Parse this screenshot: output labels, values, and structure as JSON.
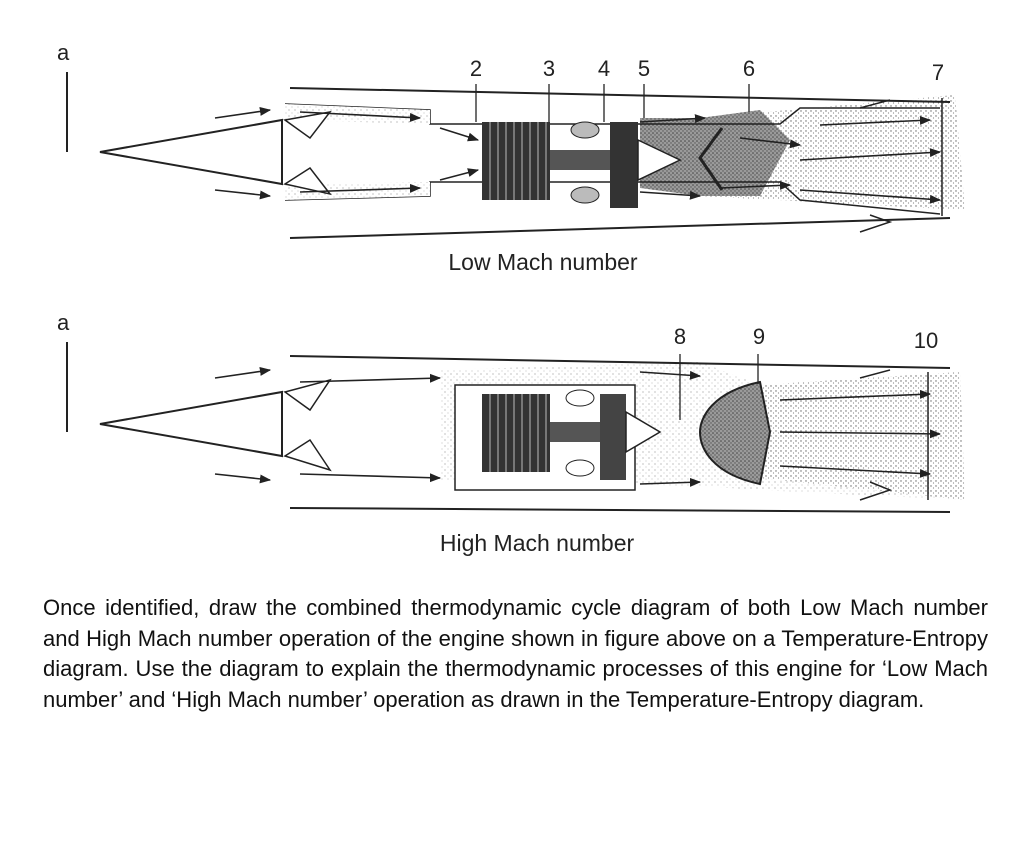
{
  "figure": {
    "low": {
      "section_marker": "a",
      "station_labels": [
        "2",
        "3",
        "4",
        "5",
        "6",
        "7"
      ],
      "caption": "Low Mach number"
    },
    "high": {
      "section_marker": "a",
      "station_labels": [
        "8",
        "9",
        "10"
      ],
      "caption": "High Mach number"
    }
  },
  "question": {
    "text": "Once identified, draw the combined thermodynamic cycle diagram of both Low Mach number and High Mach number operation of the engine shown in figure above on a Temperature-Entropy diagram. Use the diagram to explain the thermodynamic processes of this engine for ‘Low Mach number’ and ‘High Mach number’ operation as drawn in the Temperature-Entropy diagram."
  }
}
